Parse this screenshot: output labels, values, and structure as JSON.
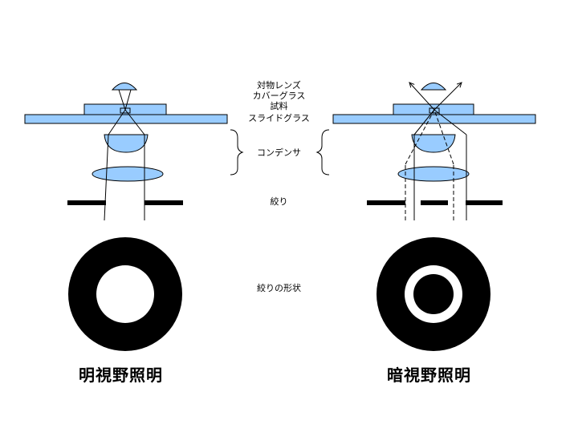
{
  "labels": {
    "objective_lens": "対物レンズ",
    "cover_glass": "カバーグラス",
    "specimen": "試料",
    "slide_glass": "スライドグラス",
    "condenser": "コンデンサ",
    "diaphragm": "絞り",
    "diaphragm_shape": "絞りの形状"
  },
  "titles": {
    "bright_field": "明視野照明",
    "dark_field": "暗視野照明"
  },
  "colors": {
    "glass": "#99CCFF",
    "line": "#000000",
    "background": "#FFFFFF"
  }
}
